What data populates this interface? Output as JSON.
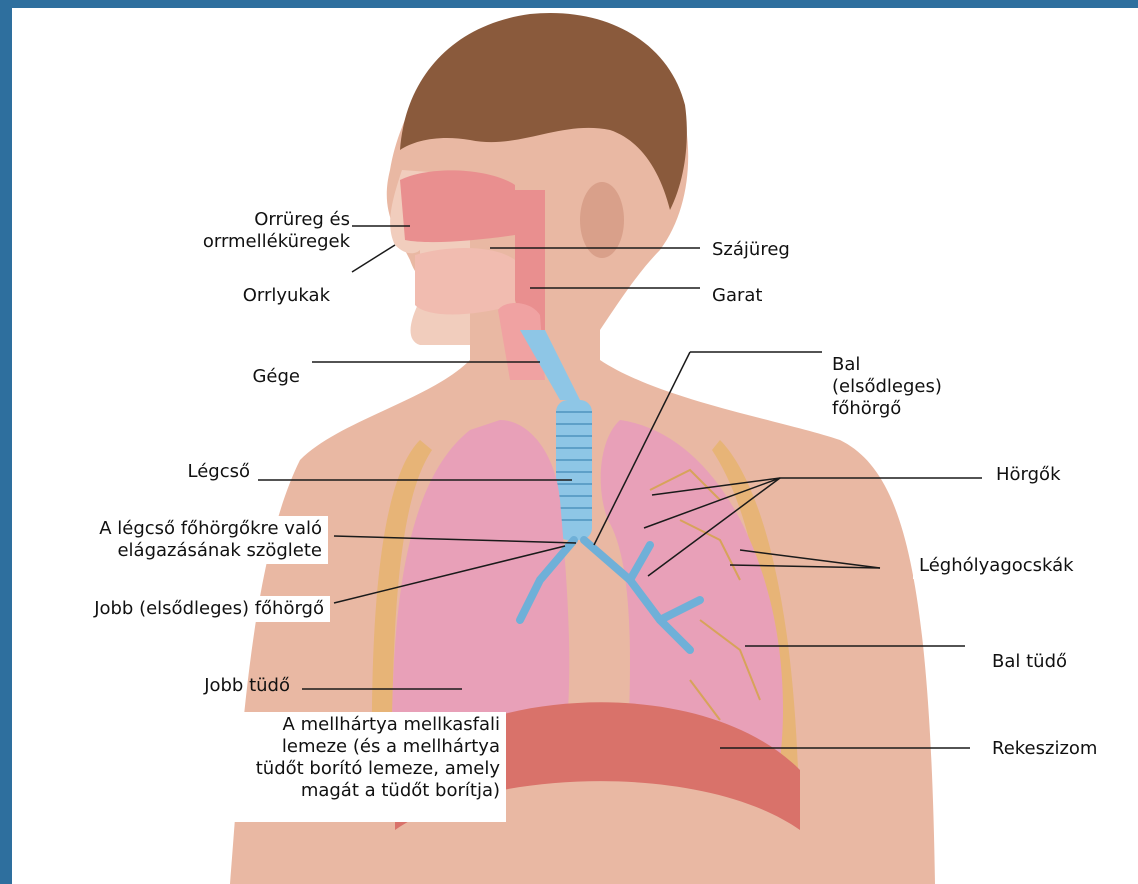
{
  "labels": {
    "nasal_cavity": "Orrüreg és\norrmelléküregek",
    "nostrils": "Orrlyukak",
    "oral_cavity": "Szájüreg",
    "pharynx": "Garat",
    "larynx": "Gége",
    "left_main_bronchus": "Bal\n(elsődleges)\nfőhörgő",
    "trachea": "Légcső",
    "bronchi": "Hörgők",
    "carina": "A légcső főhörgőkre való\nelágazásának szöglete",
    "alveoli": "Léghólyagocskák",
    "right_main_bronchus": "Jobb (elsődleges) főhörgő",
    "left_lung": "Bal tüdő",
    "right_lung": "Jobb tüdő",
    "pleura": "A mellhártya mellkasfali\nlemeze (és a mellhártya\ntüdőt borító lemeze, amely\nmagát a tüdőt borítja)",
    "diaphragm": "Rekeszizom"
  },
  "colors": {
    "frame": "#2e6f9e",
    "skin": "#e9b8a3",
    "hair": "#8a5a3c",
    "lung": "#e8a0b8",
    "airway": "#8ec6e6",
    "muscle": "#d9726a"
  }
}
